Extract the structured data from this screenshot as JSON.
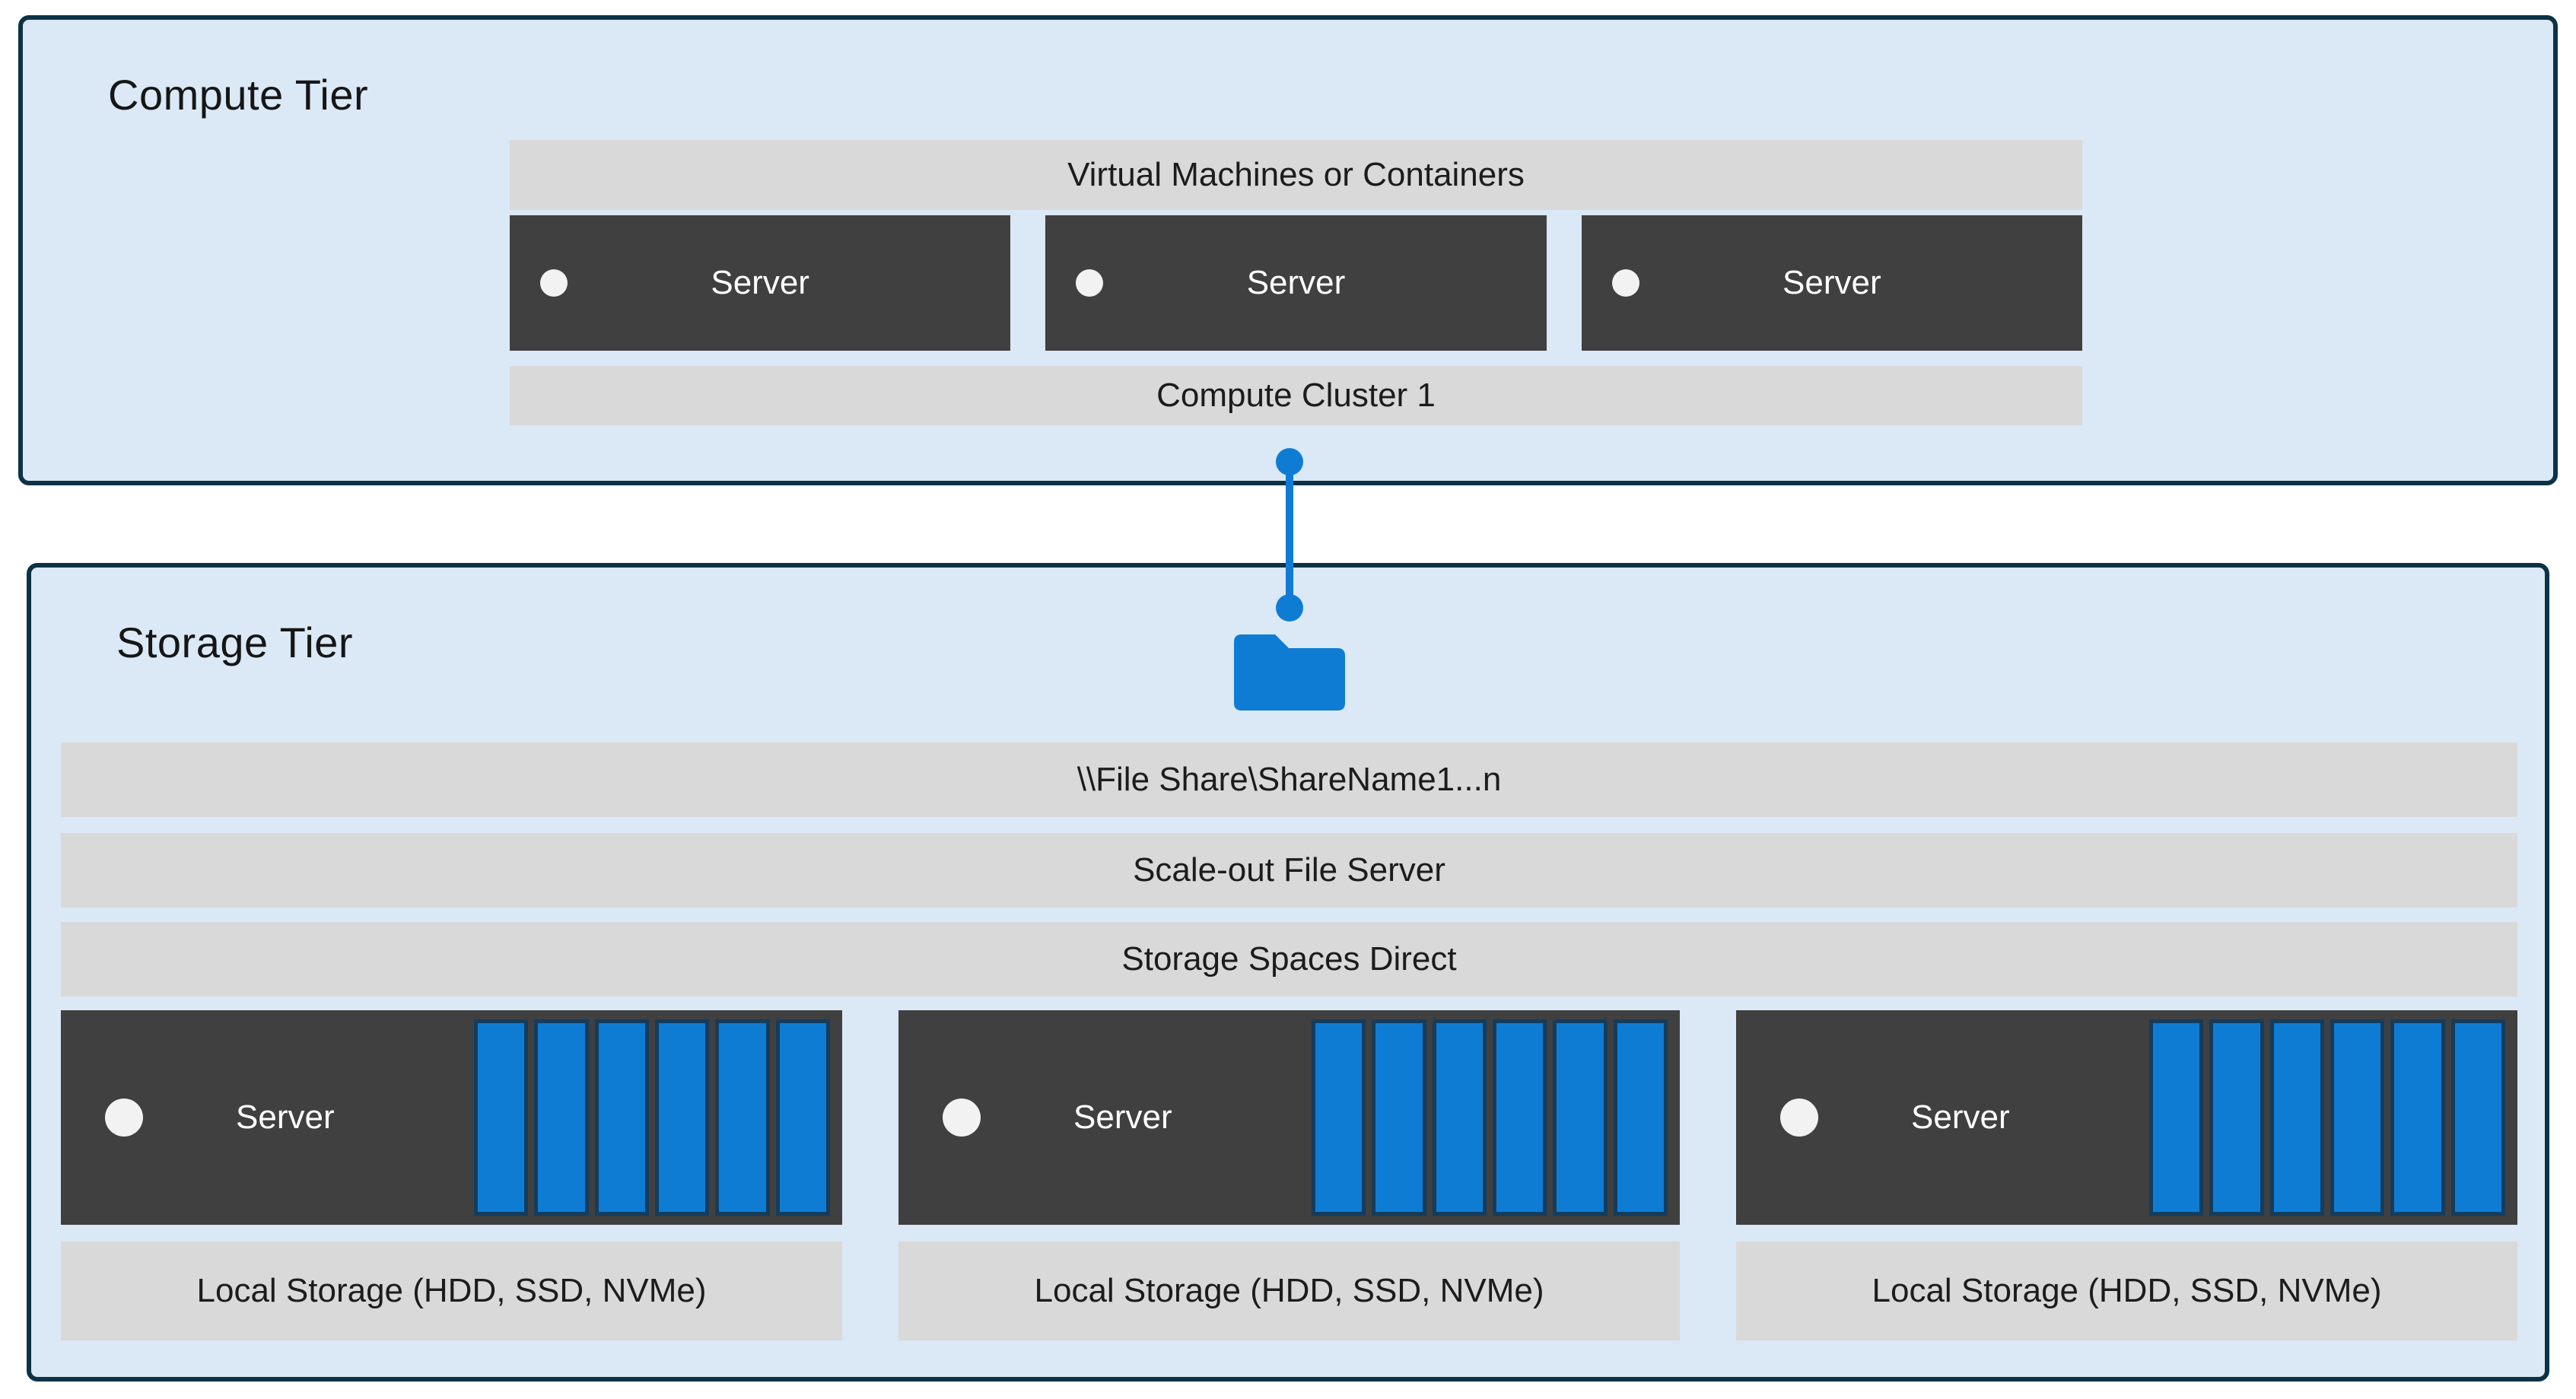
{
  "colors": {
    "accent_blue": "#0f7cd4",
    "tier_fill": "#dbe8f5",
    "tier_border": "#0d3246",
    "bar_fill": "#d9d9d9",
    "server_fill": "#404040",
    "text_dark": "#1c1c1c",
    "text_light": "#ffffff"
  },
  "compute_tier": {
    "title": "Compute Tier",
    "vm_bar_label": "Virtual Machines or Containers",
    "cluster_bar_label": "Compute Cluster 1",
    "servers": [
      {
        "label": "Server"
      },
      {
        "label": "Server"
      },
      {
        "label": "Server"
      }
    ]
  },
  "connector": {
    "style": "vertical line with round endpoints",
    "icon": "folder-icon"
  },
  "storage_tier": {
    "title": "Storage Tier",
    "file_share_bar_label": "\\\\File Share\\ShareName1...n",
    "sofs_bar_label": "Scale-out File Server",
    "s2d_bar_label": "Storage Spaces Direct",
    "nodes": [
      {
        "server_label": "Server",
        "disk_count": 6,
        "local_storage_label": "Local Storage (HDD, SSD, NVMe)"
      },
      {
        "server_label": "Server",
        "disk_count": 6,
        "local_storage_label": "Local Storage (HDD, SSD, NVMe)"
      },
      {
        "server_label": "Server",
        "disk_count": 6,
        "local_storage_label": "Local Storage (HDD, SSD, NVMe)"
      }
    ]
  }
}
